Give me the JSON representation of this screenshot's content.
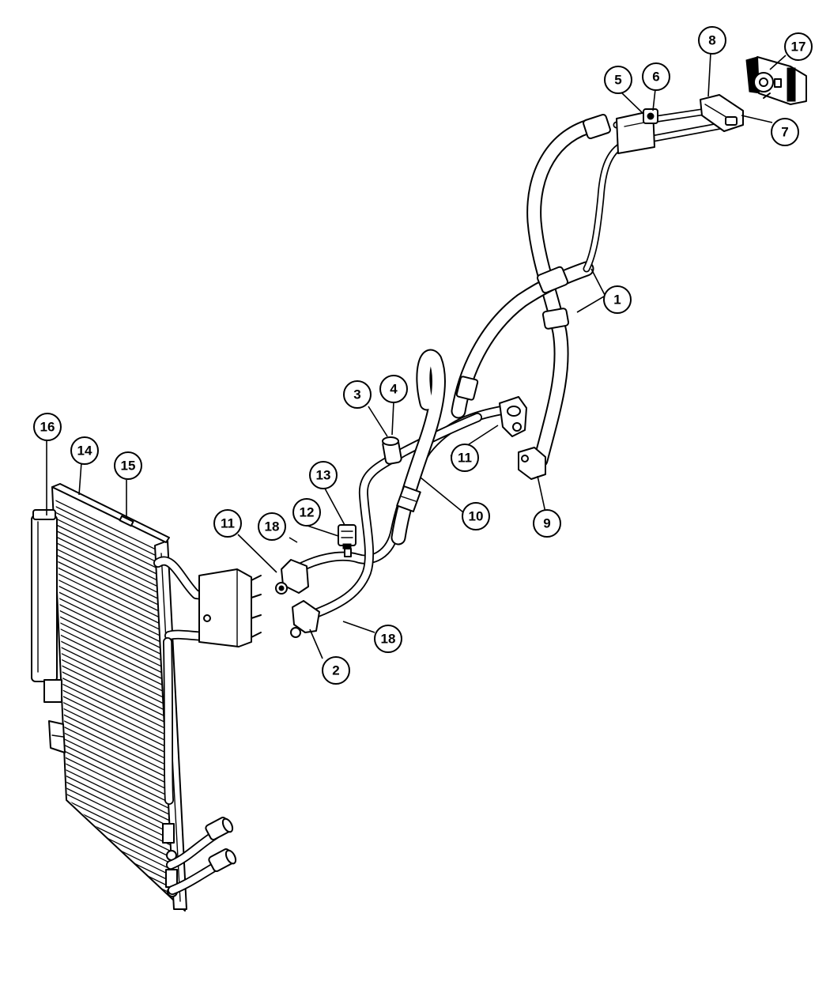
{
  "callouts": {
    "c1": "1",
    "c2": "2",
    "c3": "3",
    "c4": "4",
    "c5": "5",
    "c6": "6",
    "c7": "7",
    "c8": "8",
    "c9": "9",
    "c10": "10",
    "c11a": "11",
    "c11b": "11",
    "c12": "12",
    "c13": "13",
    "c14": "14",
    "c15": "15",
    "c16": "16",
    "c17": "17",
    "c18a": "18",
    "c18b": "18"
  },
  "icons": {
    "condenser": "condenser-icon",
    "receiver_drier": "receiver-drier-icon",
    "expansion_valve": "expansion-valve-icon",
    "hose_assembly": "hose-icon",
    "pressure_switch": "pressure-switch-icon"
  }
}
